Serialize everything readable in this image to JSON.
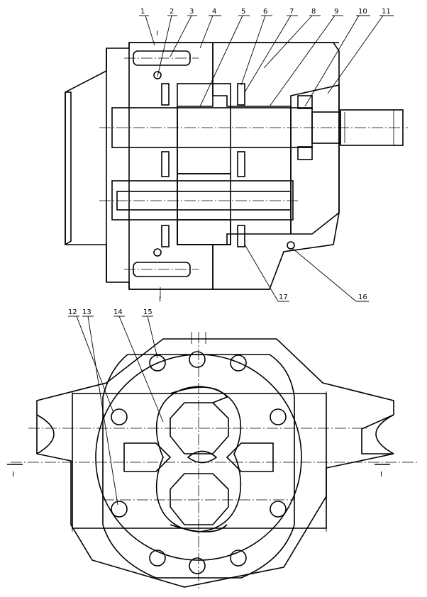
{
  "top_labels": [
    "1",
    "2",
    "3",
    "4",
    "5",
    "6",
    "7",
    "8",
    "9",
    "10",
    "11"
  ],
  "side_labels": [
    "17",
    "16"
  ],
  "bottom_labels": [
    "12",
    "13",
    "14",
    "15"
  ],
  "section_marks": [
    "I",
    "I",
    "I",
    "I"
  ]
}
